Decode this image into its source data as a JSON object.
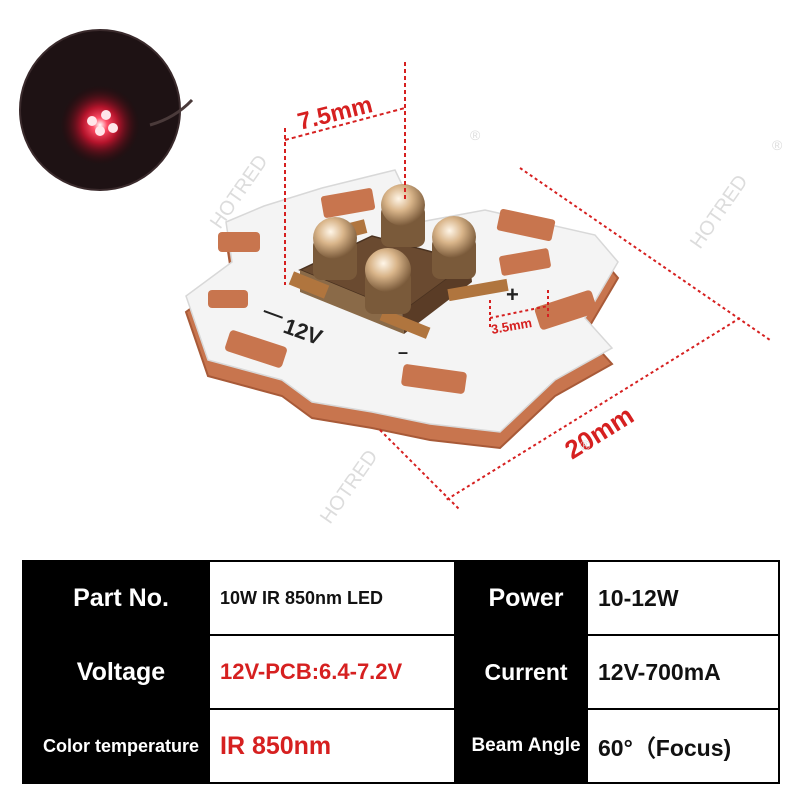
{
  "colors": {
    "copper": "#c8754e",
    "copper_dark": "#a85a38",
    "board": "#f4f4f4",
    "dimension_red": "#d62020",
    "table_label_bg": "#000000",
    "ir_glow": "#ff2a4a"
  },
  "diagram": {
    "dim_led_pitch": "7.5mm",
    "dim_pad_spacing": "3.5mm",
    "dim_board_width": "20mm",
    "silk_voltage": "12V",
    "silk_minus": "—",
    "silk_plus": "+",
    "silk_minus_small": "–",
    "watermark_brand": "HOTRED",
    "watermark_mark": "®"
  },
  "specs": {
    "rows": [
      {
        "label_a": "Part No.",
        "value_a": "10W IR 850nm LED",
        "label_b": "Power",
        "value_b": "10-12W"
      },
      {
        "label_a": "Voltage",
        "value_a": "12V-PCB:6.4-7.2V",
        "label_b": "Current",
        "value_b": "12V-700mA"
      },
      {
        "label_a": "Color temperature",
        "value_a": "IR 850nm",
        "label_b": "Beam Angle",
        "value_b": "60°（Focus)"
      }
    ]
  }
}
